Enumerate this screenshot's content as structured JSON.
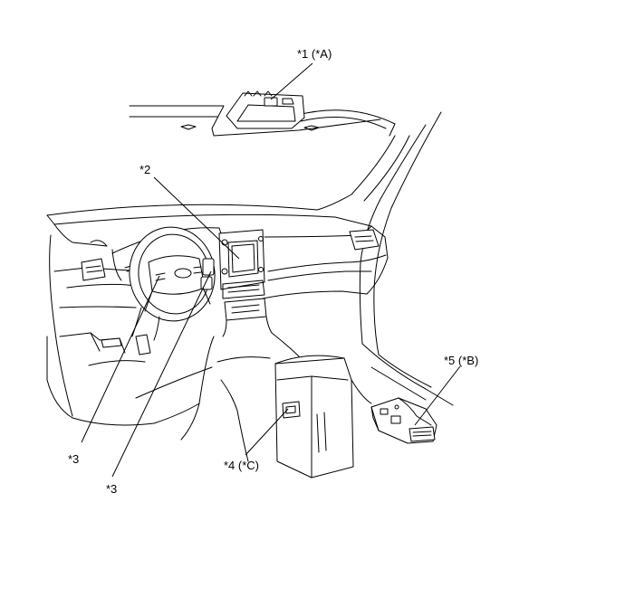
{
  "callouts": [
    {
      "id": "c1",
      "label": "*1 (*A)"
    },
    {
      "id": "c2",
      "label": "*2"
    },
    {
      "id": "c3a",
      "label": "*3"
    },
    {
      "id": "c3b",
      "label": "*3"
    },
    {
      "id": "c4",
      "label": "*4 (*C)"
    },
    {
      "id": "c5",
      "label": "*5 (*B)"
    }
  ]
}
